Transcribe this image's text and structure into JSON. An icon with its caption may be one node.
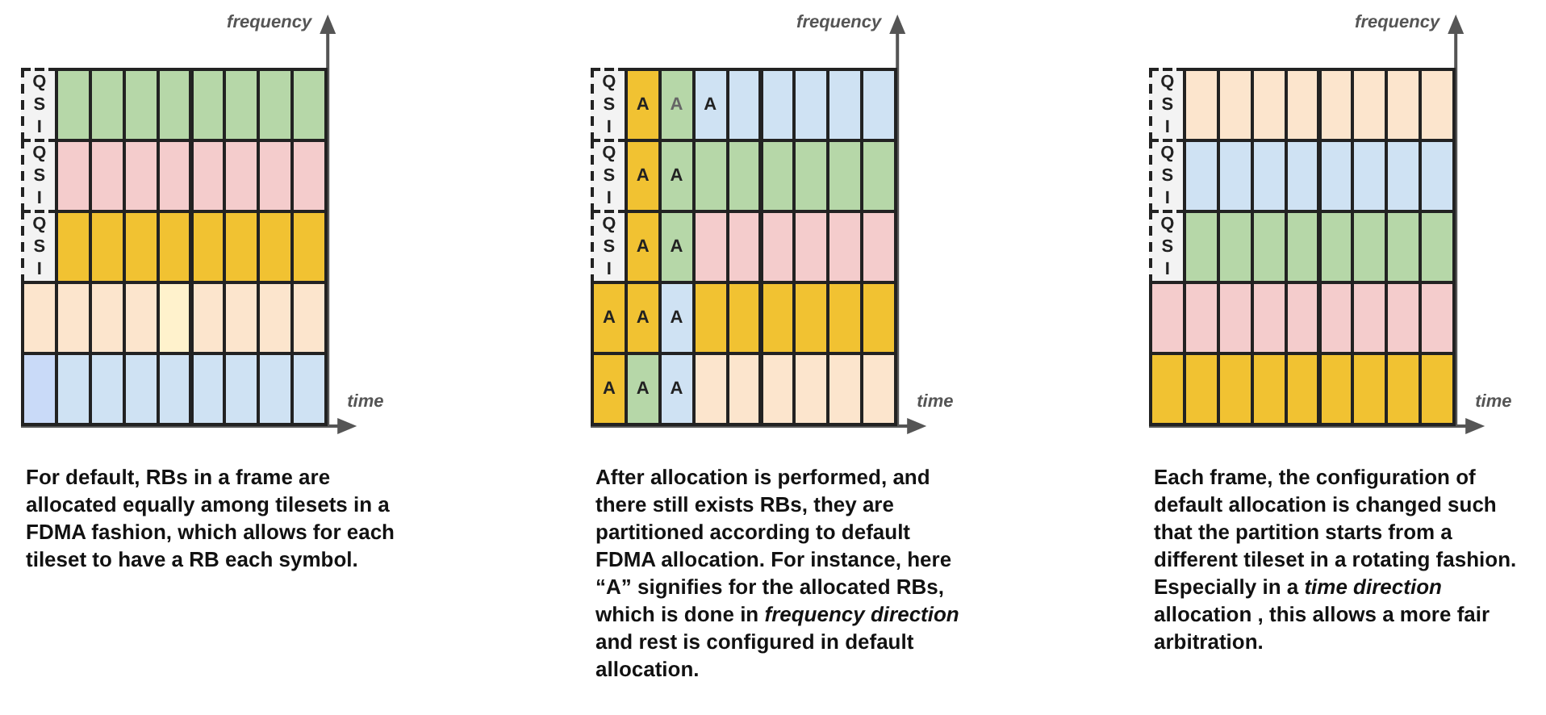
{
  "diagram": {
    "labels": [
      "frequency",
      "Q S I",
      "Q S I",
      "Q S I",
      "time",
      "For default, RBs in a frame are allocated equally among tilesets in a FDMA fashion, which allows for each tileset to have a RB each symbol.",
      "frequency",
      "Q S I",
      "A",
      "A",
      "A",
      "Q S I",
      "A",
      "A",
      "Q S I",
      "A",
      "A",
      "A",
      "A",
      "A",
      "A",
      "A",
      "A",
      "time",
      "After allocation is performed, and there still exists RBs, they are partitioned according to default FDMA allocation. For instance, here “A” signifies for the allocated RBs, which is done in *frequency direction* and rest is configured in default allocation.",
      "frequency",
      "Q S I",
      "Q S I",
      "Q S I",
      "time",
      "Each frame, the configuration of default allocation is changed such that the partition starts from a different tileset in a rotating fashion. Especially in a *time direction* allocation , this allows a more fair arbitration."
    ]
  }
}
